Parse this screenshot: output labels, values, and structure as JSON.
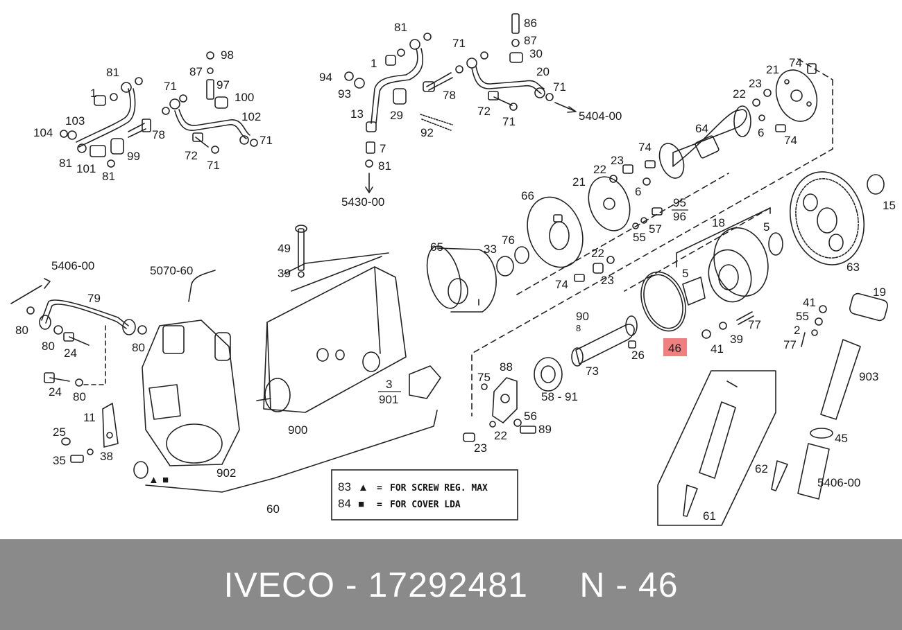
{
  "diagram": {
    "part_labels": [
      {
        "id": "81a",
        "text": "81"
      },
      {
        "id": "1a",
        "text": "1"
      },
      {
        "id": "103",
        "text": "103"
      },
      {
        "id": "104",
        "text": "104"
      },
      {
        "id": "81b",
        "text": "81"
      },
      {
        "id": "101",
        "text": "101"
      },
      {
        "id": "81c",
        "text": "81"
      },
      {
        "id": "99",
        "text": "99"
      },
      {
        "id": "78a",
        "text": "78"
      },
      {
        "id": "71a",
        "text": "71"
      },
      {
        "id": "87a",
        "text": "87"
      },
      {
        "id": "98",
        "text": "98"
      },
      {
        "id": "97",
        "text": "97"
      },
      {
        "id": "100",
        "text": "100"
      },
      {
        "id": "102",
        "text": "102"
      },
      {
        "id": "72a",
        "text": "72"
      },
      {
        "id": "71b",
        "text": "71"
      },
      {
        "id": "71c",
        "text": "71"
      },
      {
        "id": "81d",
        "text": "81"
      },
      {
        "id": "1b",
        "text": "1"
      },
      {
        "id": "94",
        "text": "94"
      },
      {
        "id": "93",
        "text": "93"
      },
      {
        "id": "13",
        "text": "13"
      },
      {
        "id": "29",
        "text": "29"
      },
      {
        "id": "7",
        "text": "7"
      },
      {
        "id": "81e",
        "text": "81"
      },
      {
        "id": "ref5430",
        "text": "5430-00"
      },
      {
        "id": "92",
        "text": "92"
      },
      {
        "id": "71d",
        "text": "71"
      },
      {
        "id": "78b",
        "text": "78"
      },
      {
        "id": "72b",
        "text": "72"
      },
      {
        "id": "71e",
        "text": "71"
      },
      {
        "id": "86",
        "text": "86"
      },
      {
        "id": "87b",
        "text": "87"
      },
      {
        "id": "30",
        "text": "30"
      },
      {
        "id": "20",
        "text": "20"
      },
      {
        "id": "71f",
        "text": "71"
      },
      {
        "id": "ref5404",
        "text": "5404-00"
      },
      {
        "id": "21a",
        "text": "21"
      },
      {
        "id": "74a",
        "text": "74"
      },
      {
        "id": "23a",
        "text": "23"
      },
      {
        "id": "22a",
        "text": "22"
      },
      {
        "id": "6a",
        "text": "6"
      },
      {
        "id": "74b",
        "text": "74"
      },
      {
        "id": "64",
        "text": "64"
      },
      {
        "id": "74c",
        "text": "74"
      },
      {
        "id": "23b",
        "text": "23"
      },
      {
        "id": "22b",
        "text": "22"
      },
      {
        "id": "21b",
        "text": "21"
      },
      {
        "id": "6b",
        "text": "6"
      },
      {
        "id": "95",
        "text": "95"
      },
      {
        "id": "96",
        "text": "96"
      },
      {
        "id": "57",
        "text": "57"
      },
      {
        "id": "55a",
        "text": "55"
      },
      {
        "id": "66",
        "text": "66"
      },
      {
        "id": "76",
        "text": "76"
      },
      {
        "id": "33",
        "text": "33"
      },
      {
        "id": "65",
        "text": "65"
      },
      {
        "id": "22c",
        "text": "22"
      },
      {
        "id": "74d",
        "text": "74"
      },
      {
        "id": "23c",
        "text": "23"
      },
      {
        "id": "18",
        "text": "18"
      },
      {
        "id": "5a",
        "text": "5"
      },
      {
        "id": "5b",
        "text": "5"
      },
      {
        "id": "15",
        "text": "15"
      },
      {
        "id": "63",
        "text": "63"
      },
      {
        "id": "90",
        "text": "90"
      },
      {
        "id": "8",
        "text": "8"
      },
      {
        "id": "26",
        "text": "26"
      },
      {
        "id": "73",
        "text": "73"
      },
      {
        "id": "41a",
        "text": "41"
      },
      {
        "id": "39a",
        "text": "39"
      },
      {
        "id": "77a",
        "text": "77"
      },
      {
        "id": "19",
        "text": "19"
      },
      {
        "id": "41b",
        "text": "41"
      },
      {
        "id": "55b",
        "text": "55"
      },
      {
        "id": "2",
        "text": "2"
      },
      {
        "id": "77b",
        "text": "77"
      },
      {
        "id": "903",
        "text": "903"
      },
      {
        "id": "88",
        "text": "88"
      },
      {
        "id": "75",
        "text": "75"
      },
      {
        "id": "58-91",
        "text": "58 - 91"
      },
      {
        "id": "56",
        "text": "56"
      },
      {
        "id": "22d",
        "text": "22"
      },
      {
        "id": "89",
        "text": "89"
      },
      {
        "id": "23d",
        "text": "23"
      },
      {
        "id": "45",
        "text": "45"
      },
      {
        "id": "62",
        "text": "62"
      },
      {
        "id": "ref5406b",
        "text": "5406-00"
      },
      {
        "id": "61",
        "text": "61"
      },
      {
        "id": "ref5406a",
        "text": "5406-00"
      },
      {
        "id": "79",
        "text": "79"
      },
      {
        "id": "80a",
        "text": "80"
      },
      {
        "id": "80b",
        "text": "80"
      },
      {
        "id": "80c",
        "text": "80"
      },
      {
        "id": "24a",
        "text": "24"
      },
      {
        "id": "24b",
        "text": "24"
      },
      {
        "id": "80d",
        "text": "80"
      },
      {
        "id": "ref5070",
        "text": "5070-60"
      },
      {
        "id": "49",
        "text": "49"
      },
      {
        "id": "39b",
        "text": "39"
      },
      {
        "id": "11",
        "text": "11"
      },
      {
        "id": "25",
        "text": "25"
      },
      {
        "id": "35",
        "text": "35"
      },
      {
        "id": "38",
        "text": "38"
      },
      {
        "id": "902",
        "text": "902"
      },
      {
        "id": "900",
        "text": "900"
      },
      {
        "id": "3",
        "text": "3"
      },
      {
        "id": "901",
        "text": "901"
      },
      {
        "id": "60",
        "text": "60"
      }
    ],
    "highlight_label": "46",
    "highlight_color": "#f08080",
    "legend": {
      "rows": [
        {
          "number": "83",
          "symbol": "▲",
          "equals": "=",
          "text": "FOR SCREW REG. MAX"
        },
        {
          "number": "84",
          "symbol": "■",
          "equals": "=",
          "text": "FOR COVER LDA"
        }
      ]
    }
  },
  "footer": {
    "text": "IVECO - 17292481     N - 46",
    "background": "#8a8a8a",
    "color": "#ffffff"
  }
}
